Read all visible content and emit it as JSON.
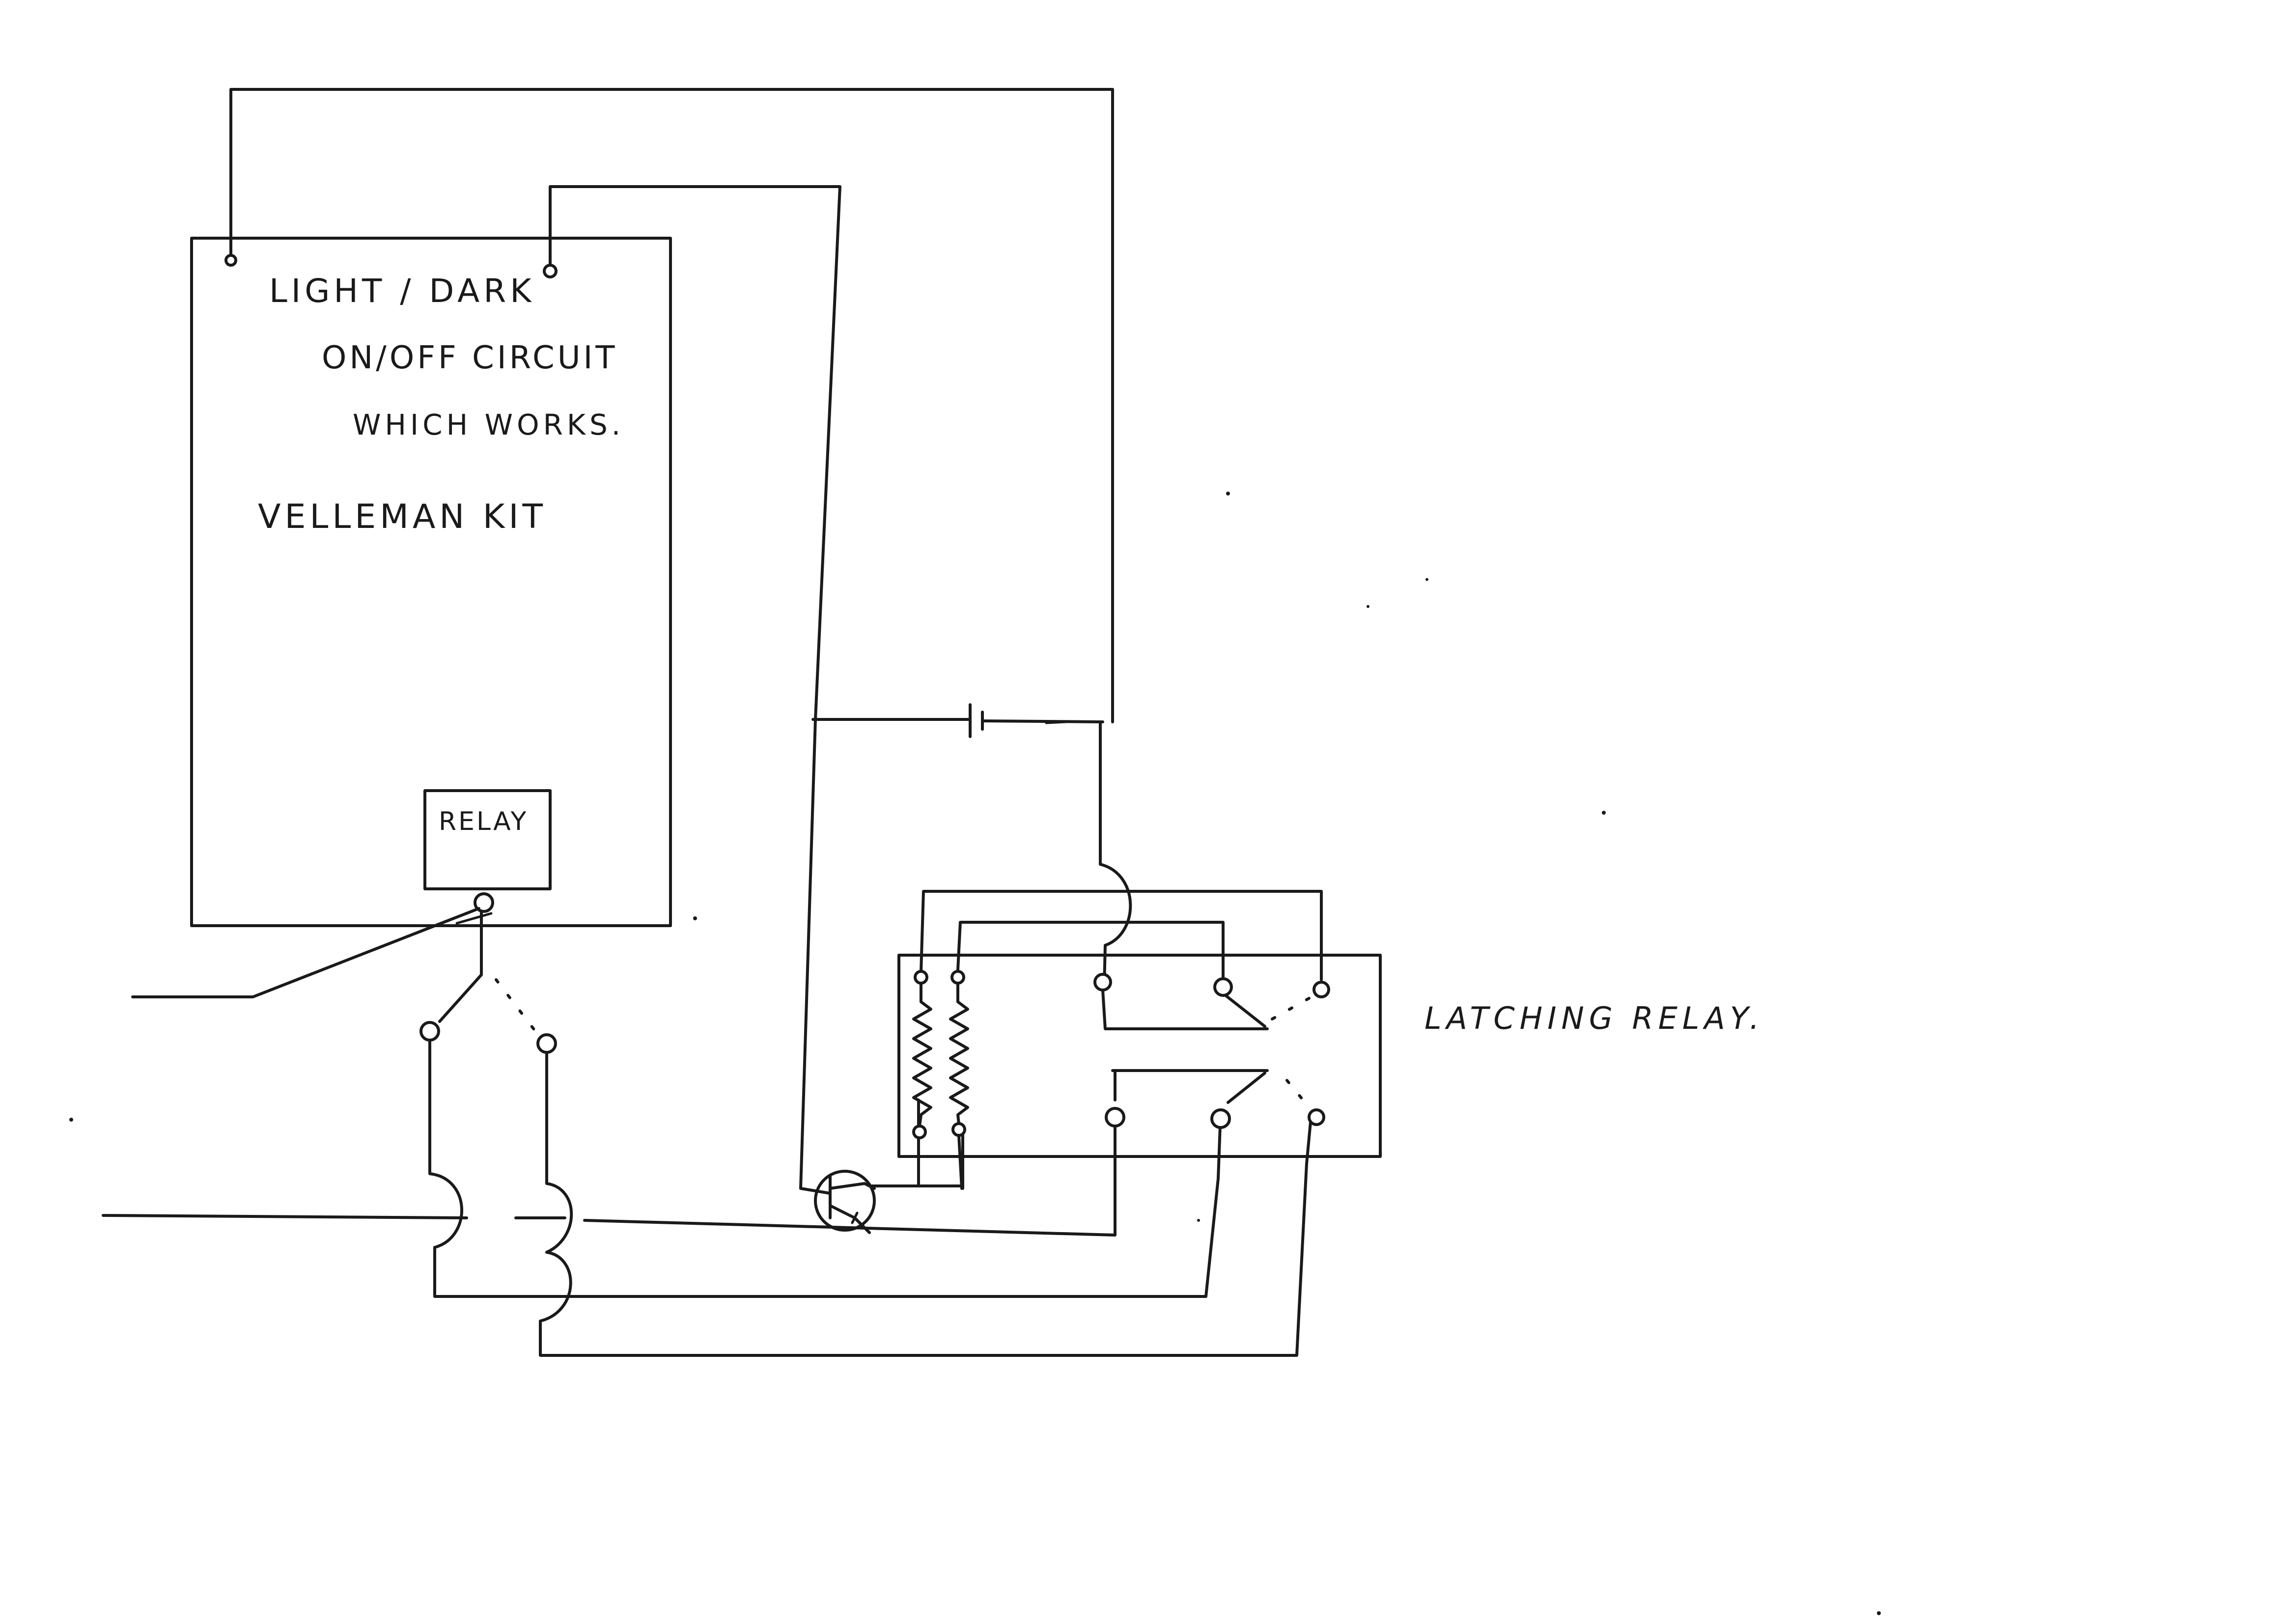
{
  "diagram": {
    "kit_box": {
      "label_line1": "LIGHT / DARK",
      "label_line2": "ON/OFF CIRCUIT",
      "label_line3": "WHICH WORKS.",
      "label_line4": "VELLEMAN KIT"
    },
    "relay_box": {
      "label": "RELAY"
    },
    "latching_relay": {
      "label": "LATCHING RELAY."
    }
  },
  "colors": {
    "ink": "#1a1a1a",
    "paper": "#ffffff"
  }
}
